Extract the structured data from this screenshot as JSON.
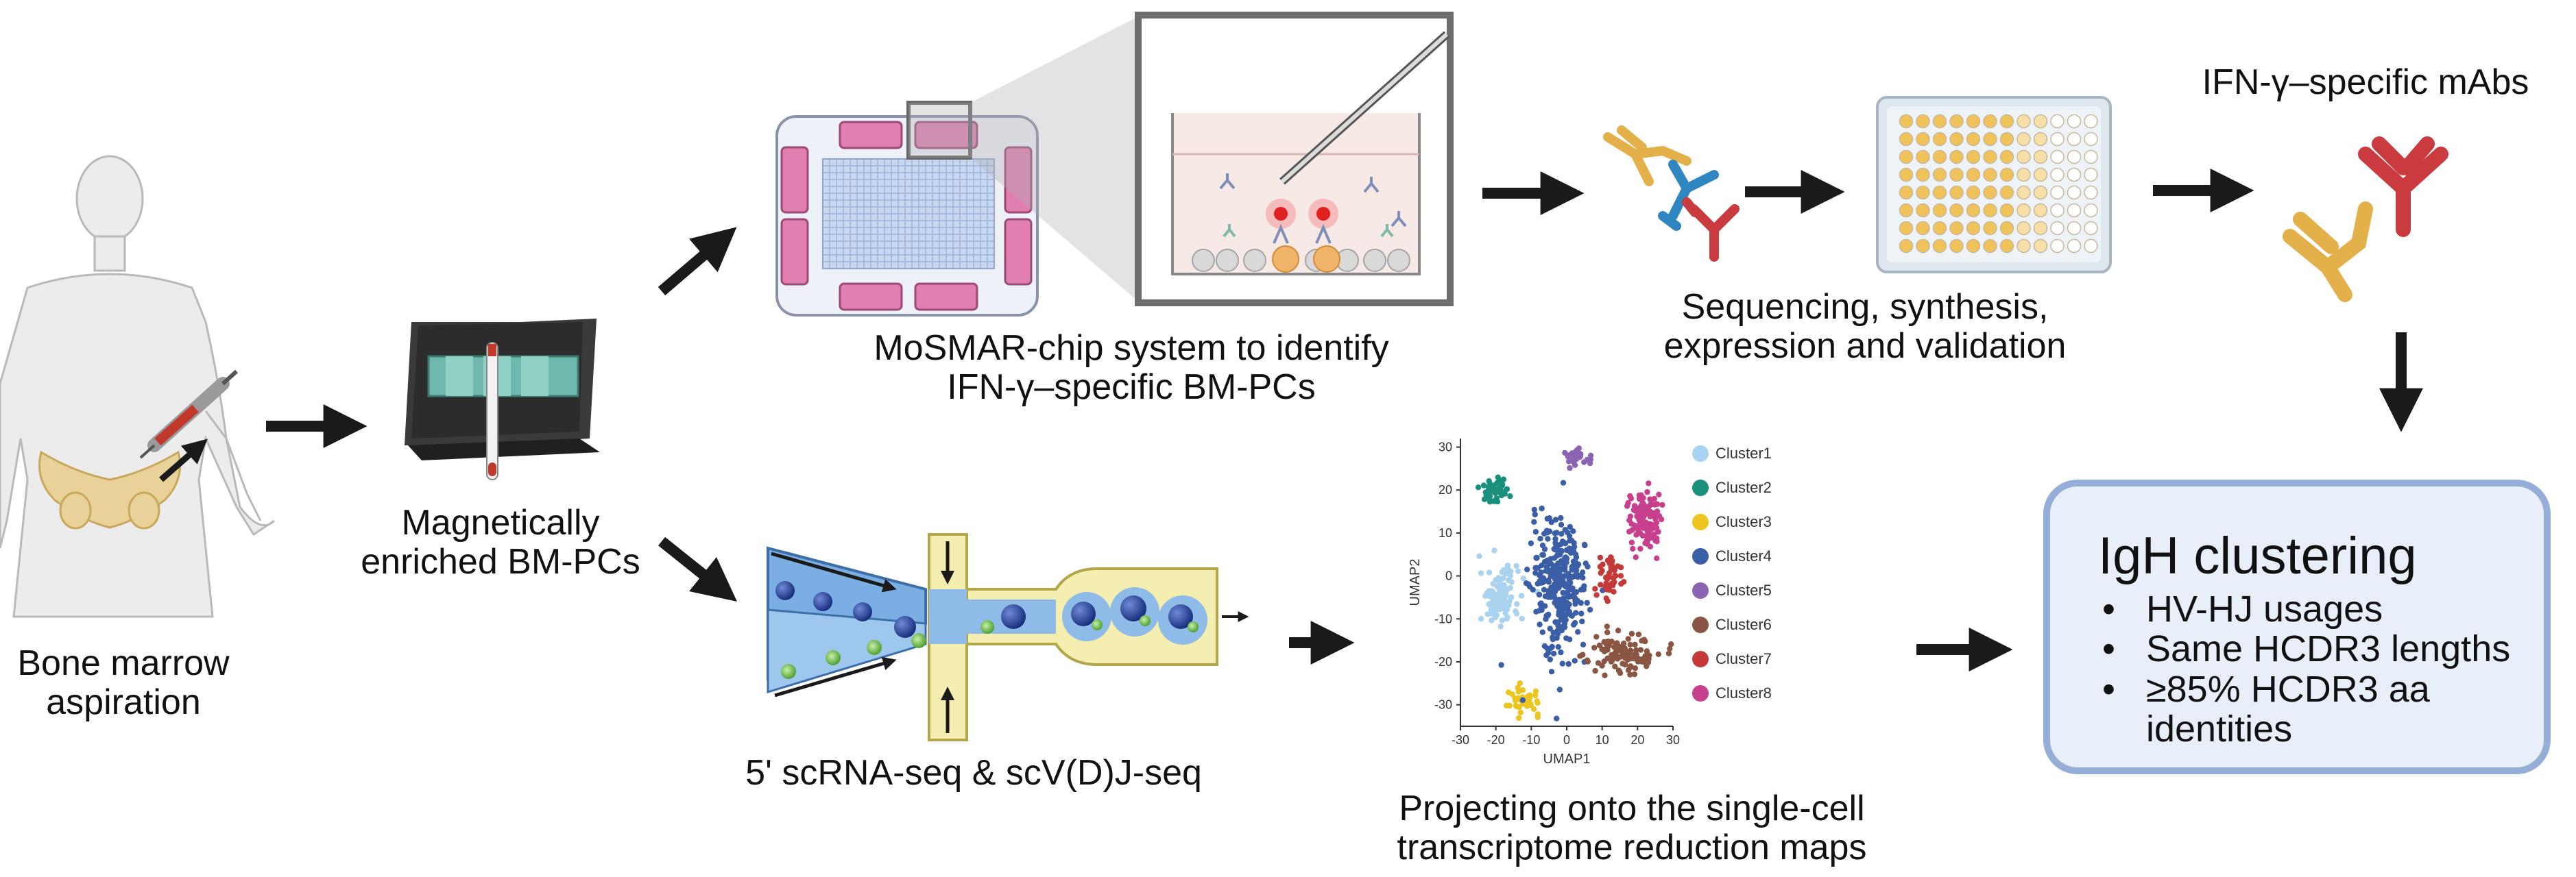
{
  "steps": {
    "aspiration": "Bone marrow\naspiration",
    "enriched": "Magnetically\nenriched BM-PCs",
    "mosmar": "MoSMAR-chip system to identify\nIFN-γ–specific BM-PCs",
    "sequencing": "Sequencing, synthesis,\nexpression and validation",
    "mabs": "IFN-γ–specific mAbs",
    "scrna": "5' scRNA-seq & scV(D)J-seq",
    "projecting": "Projecting onto the single-cell\ntranscriptome reduction maps"
  },
  "igh": {
    "title": "IgH clustering",
    "items": [
      "HV-HJ usages",
      "Same HCDR3 lengths",
      "≥85% HCDR3 aa\nidentities"
    ]
  },
  "colors": {
    "arrow": "#1a1a1a",
    "chip_pink": "#e07fb0",
    "antibody_yellow": "#e3b04a",
    "antibody_blue": "#2f86c1",
    "antibody_red": "#c93b3f",
    "igh_border": "#94aed8",
    "igh_fill": "#e9eff8"
  },
  "chart_data": {
    "type": "scatter",
    "xlabel": "UMAP1",
    "ylabel": "UMAP2",
    "xlim": [
      -30,
      30
    ],
    "ylim": [
      -35,
      32
    ],
    "xticks": [
      -30,
      -20,
      -10,
      0,
      10,
      20,
      30
    ],
    "yticks": [
      -30,
      -20,
      -10,
      0,
      10,
      20,
      30
    ],
    "legend_position": "right",
    "series": [
      {
        "name": "Cluster1",
        "color": "#a9d3ef",
        "center": [
          -19,
          -5
        ],
        "spread": [
          5,
          6
        ],
        "n": 120
      },
      {
        "name": "Cluster2",
        "color": "#1a8f7c",
        "center": [
          -20,
          20
        ],
        "spread": [
          4,
          3
        ],
        "n": 45
      },
      {
        "name": "Cluster3",
        "color": "#ecc51e",
        "center": [
          -12,
          -29
        ],
        "spread": [
          4,
          3
        ],
        "n": 40
      },
      {
        "name": "Cluster4",
        "color": "#3b5fa6",
        "center": [
          -2,
          -2
        ],
        "spread": [
          7,
          14
        ],
        "n": 330
      },
      {
        "name": "Cluster5",
        "color": "#8a63b3",
        "center": [
          3,
          28
        ],
        "spread": [
          3,
          2
        ],
        "n": 35
      },
      {
        "name": "Cluster6",
        "color": "#8a5643",
        "center": [
          16,
          -18
        ],
        "spread": [
          9,
          4
        ],
        "n": 110
      },
      {
        "name": "Cluster7",
        "color": "#c43a3a",
        "center": [
          12,
          0
        ],
        "spread": [
          3,
          5
        ],
        "n": 45
      },
      {
        "name": "Cluster8",
        "color": "#c8408d",
        "center": [
          22,
          13
        ],
        "spread": [
          4,
          6
        ],
        "n": 120
      }
    ]
  }
}
